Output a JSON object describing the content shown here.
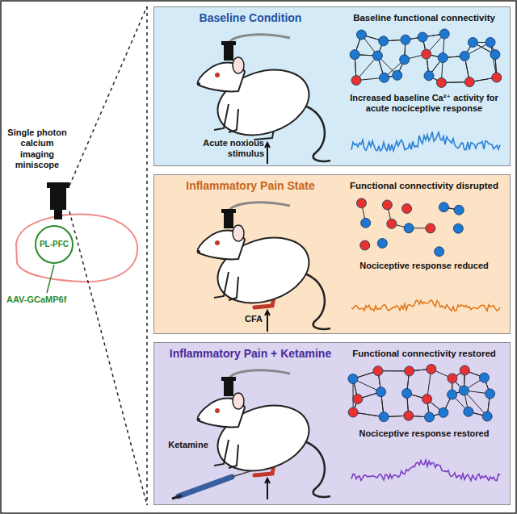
{
  "diagram": {
    "nodes": [
      {
        "text": [
          "Baseline Condition",
          "Baseline functional connectivity",
          "Increased baseline Ca²⁺ activity for acute nociceptive response",
          "Acute noxious stimulus"
        ]
      },
      {
        "text": [
          "Inflammatory Pain State",
          "Functional connectivity disrupted",
          "Nociceptive response reduced",
          "CFA"
        ]
      },
      {
        "text": [
          "Inflammatory Pain + Ketamine",
          "Functional connectivity restored",
          "Nociceptive response restored",
          "Ketamine"
        ]
      },
      {
        "text": [
          "PL-PFC"
        ]
      }
    ],
    "labels": [
      "Single photon calcium imaging miniscope",
      "AAV-GCaMP6f"
    ]
  }
}
